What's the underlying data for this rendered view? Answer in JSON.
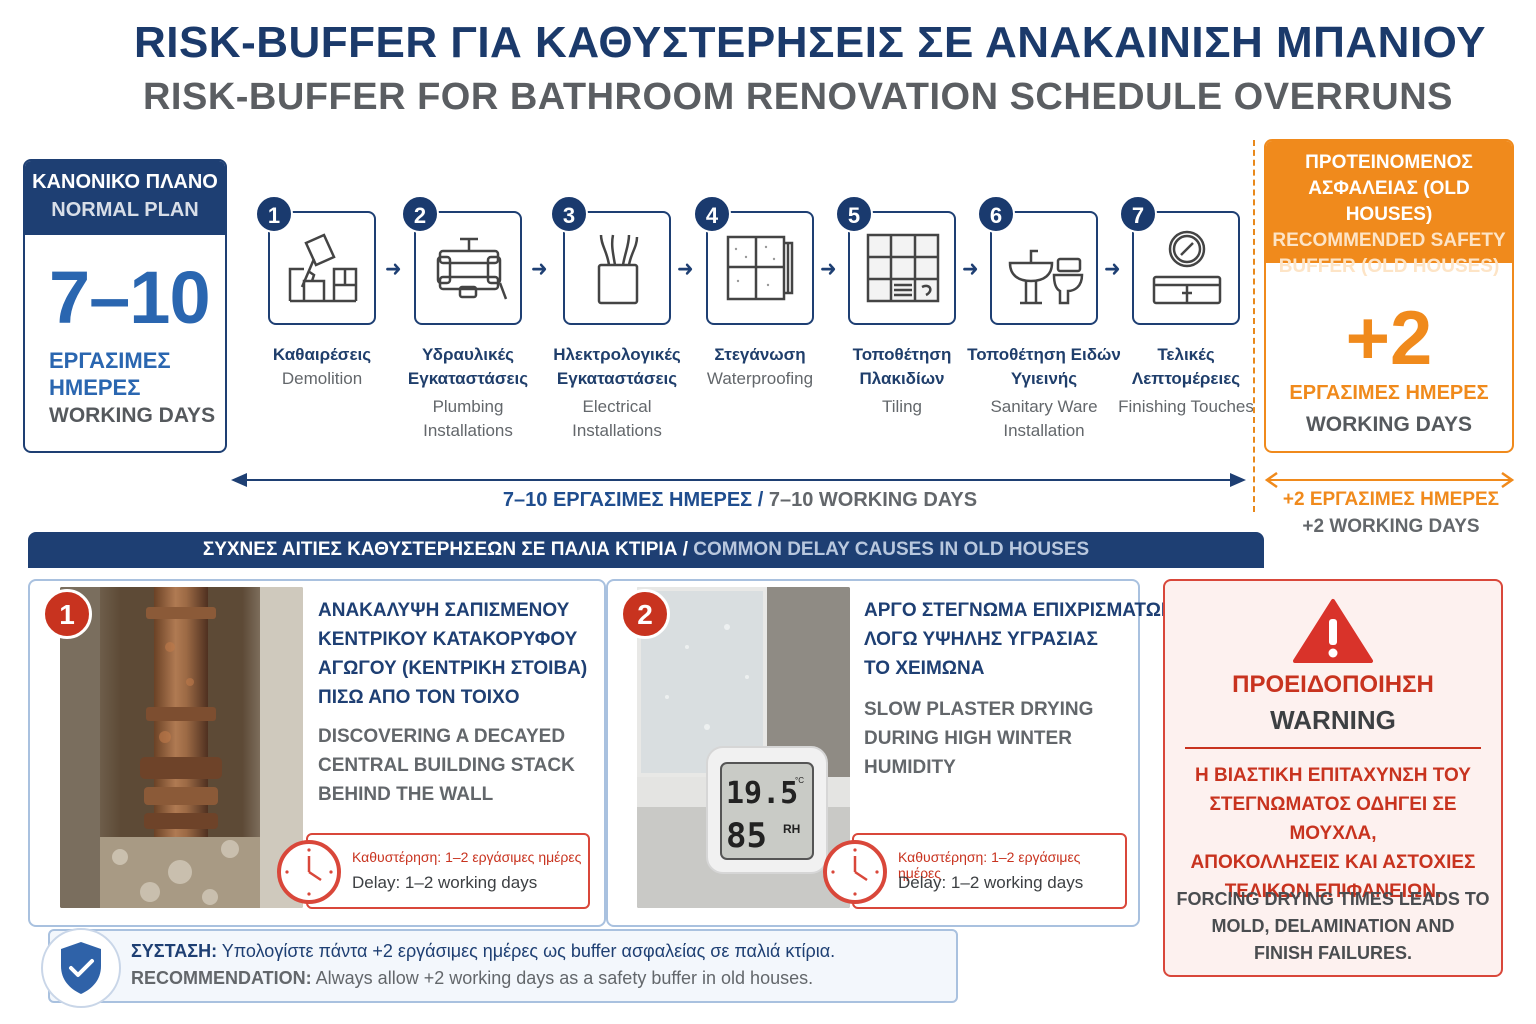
{
  "title": {
    "greek": "RISK-BUFFER ΓΙΑ ΚΑΘΥΣΤΕΡΗΣΕΙΣ ΣΕ ΑΝΑΚΑΙΝΙΣΗ ΜΠΑΝΙΟΥ",
    "english": "RISK-BUFFER FOR BATHROOM RENOVATION SCHEDULE OVERRUNS"
  },
  "normal_plan": {
    "header_greek": "ΚΑΝΟΝΙΚΟ ΠΛΑΝΟ",
    "header_english": "NORMAL PLAN",
    "value": "7–10",
    "unit_greek_1": "ΕΡΓΑΣΙΜΕΣ",
    "unit_greek_2": "ΗΜΕΡΕΣ",
    "unit_english": "WORKING DAYS"
  },
  "steps": [
    {
      "number": "1",
      "greek": "Καθαιρέσεις",
      "english": "Demolition",
      "icon": "demolition-icon"
    },
    {
      "number": "2",
      "greek": "Υδραυλικές Εγκαταστάσεις",
      "english": "Plumbing Installations",
      "icon": "plumbing-pipes-icon"
    },
    {
      "number": "3",
      "greek": "Ηλεκτρολογικές Εγκαταστάσεις",
      "english": "Electrical Installations",
      "icon": "electrical-wires-icon"
    },
    {
      "number": "4",
      "greek": "Στεγάνωση",
      "english": "Waterproofing",
      "icon": "waterproofing-membrane-icon"
    },
    {
      "number": "5",
      "greek": "Τοποθέτηση Πλακιδίων",
      "english": "Tiling",
      "icon": "tiles-icon"
    },
    {
      "number": "6",
      "greek": "Τοποθέτηση Ειδών Υγιεινής",
      "english": "Sanitary Ware Installation",
      "icon": "sink-toilet-icon"
    },
    {
      "number": "7",
      "greek": "Τελικές Λεπτομέρειες",
      "english": "Finishing Touches",
      "icon": "vanity-mirror-icon"
    }
  ],
  "timeline": {
    "greek": "7–10 ΕΡΓΑΣΙΜΕΣ ΗΜΕΡΕΣ",
    "separator": " / ",
    "english": "7–10 WORKING DAYS"
  },
  "buffer": {
    "header_greek_1": "ΠΡΟΤΕΙΝΟΜΕΝΟΣ",
    "header_greek_2": "ΑΣΦΑΛΕΙΑΣ (OLD HOUSES)",
    "header_english_1": "RECOMMENDED SAFETY",
    "header_english_2": "BUFFER (OLD HOUSES)",
    "value": "+2",
    "unit_greek": "ΕΡΓΑΣΙΜΕΣ ΗΜΕΡΕΣ",
    "unit_english": "WORKING DAYS",
    "caption_greek": "+2 ΕΡΓΑΣΙΜΕΣ ΗΜΕΡΕΣ",
    "caption_english": "+2 WORKING DAYS"
  },
  "causes_banner": {
    "greek": "ΣΥΧΝΕΣ ΑΙΤΙΕΣ ΚΑΘΥΣΤΕΡΗΣΕΩΝ ΣΕ ΠΑΛΙΑ ΚΤΙΡΙΑ",
    "separator": " / ",
    "english": "COMMON DELAY CAUSES IN OLD HOUSES"
  },
  "causes": [
    {
      "number": "1",
      "greek": [
        "ΑΝΑΚΑΛΥΨΗ ΣΑΠΙΣΜΕΝΟΥ",
        "ΚΕΝΤΡΙΚΟΥ ΚΑΤΑΚΟΡΥΦΟΥ",
        "ΑΓΩΓΟΥ (ΚΕΝΤΡΙΚΗ ΣΤΟΙΒΑ)",
        "ΠΙΣΩ ΑΠΟ ΤΟΝ ΤΟΙΧΟ"
      ],
      "english": [
        "DISCOVERING A DECAYED",
        "CENTRAL BUILDING STACK",
        "BEHIND THE WALL"
      ],
      "delay_greek_label": "Καθυστέρηση:",
      "delay_greek_value": " 1–2 εργάσιμες ημέρες",
      "delay_english": "Delay: 1–2 working days"
    },
    {
      "number": "2",
      "greek": [
        "ΑΡΓΟ ΣΤΕΓΝΩΜΑ ΕΠΙΧΡΙΣΜΑΤΩΝ",
        "ΛΟΓΩ ΥΨΗΛΗΣ ΥΓΡΑΣΙΑΣ",
        "ΤΟ ΧΕΙΜΩΝΑ"
      ],
      "english": [
        "SLOW PLASTER DRYING",
        "DURING HIGH WINTER",
        "HUMIDITY"
      ],
      "delay_greek_label": "Καθυστέρηση:",
      "delay_greek_value": " 1–2 εργάσιμες ημέρες",
      "delay_english": "Delay: 1–2 working days",
      "hygrometer_temp": "19.5",
      "hygrometer_temp_unit": "°C",
      "hygrometer_rh": "85",
      "hygrometer_rh_unit": "RH"
    }
  ],
  "warning": {
    "title_greek": "ΠΡΟΕΙΔΟΠΟΙΗΣΗ",
    "title_english": "WARNING",
    "body_greek": [
      "Η ΒΙΑΣΤΙΚΗ ΕΠΙΤΑΧΥΝΣΗ ΤΟΥ",
      "ΣΤΕΓΝΩΜΑΤΟΣ ΟΔΗΓΕΙ ΣΕ ΜΟΥΧΛΑ,",
      "ΑΠΟΚΟΛΛΗΣΕΙΣ ΚΑΙ ΑΣΤΟΧΙΕΣ",
      "ΤΕΛΙΚΩΝ ΕΠΙΦΑΝΕΙΩΝ."
    ],
    "body_english": [
      "FORCING DRYING TIMES LEADS TO",
      "MOLD, DELAMINATION AND",
      "FINISH FAILURES."
    ]
  },
  "recommendation": {
    "greek_label": "ΣΥΣΤΑΣΗ:",
    "greek_text": " Υπολογίστε πάντα +2 εργάσιμες ημέρες ως buffer ασφαλείας σε παλιά κτίρια.",
    "english_label": "RECOMMENDATION:",
    "english_text": " Always allow +2 working days as a safety buffer in old houses."
  },
  "colors": {
    "navy": "#1e3f73",
    "blue": "#2a66b0",
    "orange": "#f08a1c",
    "red": "#c8331f",
    "gray": "#63676b"
  }
}
